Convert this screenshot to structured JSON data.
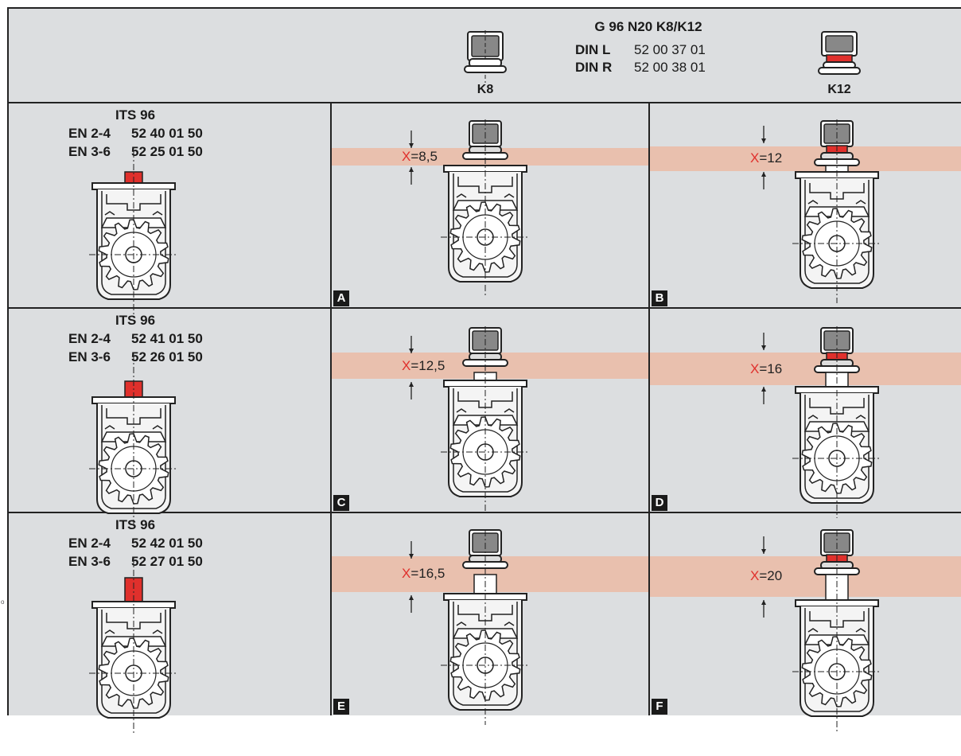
{
  "header": {
    "title": "G 96 N20 K8/K12",
    "din_l_label": "DIN L",
    "din_l_number": "52 00 37 01",
    "din_r_label": "DIN R",
    "din_r_number": "52 00 38 01",
    "k8_label": "K8",
    "k12_label": "K12"
  },
  "rows": [
    {
      "title": "ITS 96",
      "en1_label": "EN 2-4",
      "en1_number": "52 40 01 50",
      "en2_label": "EN 3-6",
      "en2_number": "52 25 01 50"
    },
    {
      "title": "ITS 96",
      "en1_label": "EN 2-4",
      "en1_number": "52 41 01 50",
      "en2_label": "EN 3-6",
      "en2_number": "52 26 01 50"
    },
    {
      "title": "ITS 96",
      "en1_label": "EN 2-4",
      "en1_number": "52 42 01 50",
      "en2_label": "EN 3-6",
      "en2_number": "52 27 01 50"
    }
  ],
  "panels": [
    {
      "letter": "A",
      "x_symbol": "X",
      "x_value": "=8,5"
    },
    {
      "letter": "B",
      "x_symbol": "X",
      "x_value": "=12"
    },
    {
      "letter": "C",
      "x_symbol": "X",
      "x_value": "=12,5"
    },
    {
      "letter": "D",
      "x_symbol": "X",
      "x_value": "=16"
    },
    {
      "letter": "E",
      "x_symbol": "X",
      "x_value": "=16,5"
    },
    {
      "letter": "F",
      "x_symbol": "X",
      "x_value": "=20"
    }
  ],
  "colors": {
    "highlight_band": "#e9c0ae",
    "accent_red": "#e0302c",
    "background": "#dcdee0"
  }
}
